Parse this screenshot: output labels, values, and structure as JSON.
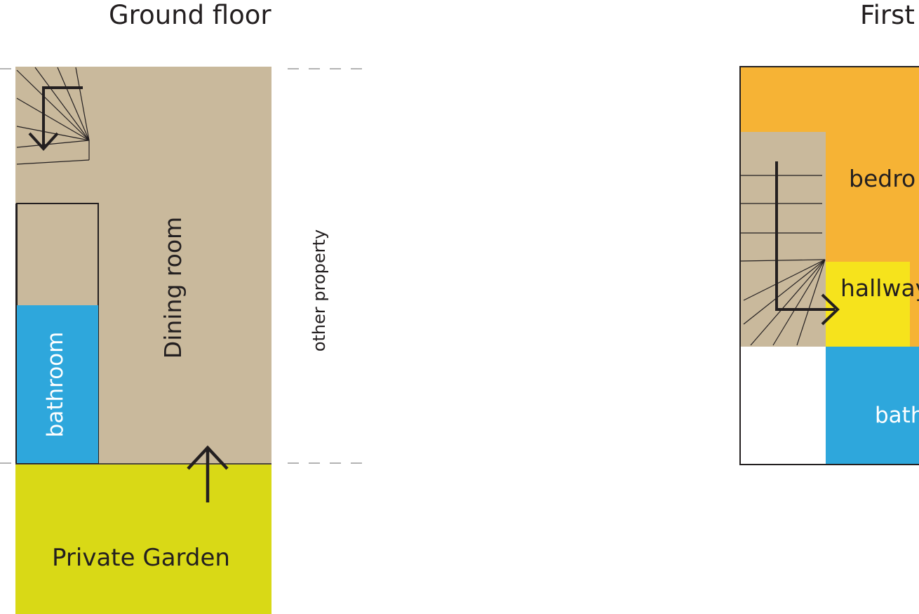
{
  "headings": {
    "ground_floor": "Ground floor",
    "first_floor": "First f"
  },
  "rooms": {
    "dining_room": "Dining room",
    "bathroom_ground": "bathroom",
    "private_garden": "Private Garden",
    "other_property": "other property",
    "bedroom": "bedro",
    "hallway": "hallway",
    "bathroom_first": "bath"
  },
  "colors": {
    "room_beige": "#c9b99c",
    "bathroom_blue": "#2ea7dc",
    "garden_lime": "#d9d916",
    "bedroom_orange": "#f6b335",
    "hallway_yellow": "#f6e31c",
    "line_dark": "#231f20",
    "dashed_gray": "#9a9a9a"
  }
}
